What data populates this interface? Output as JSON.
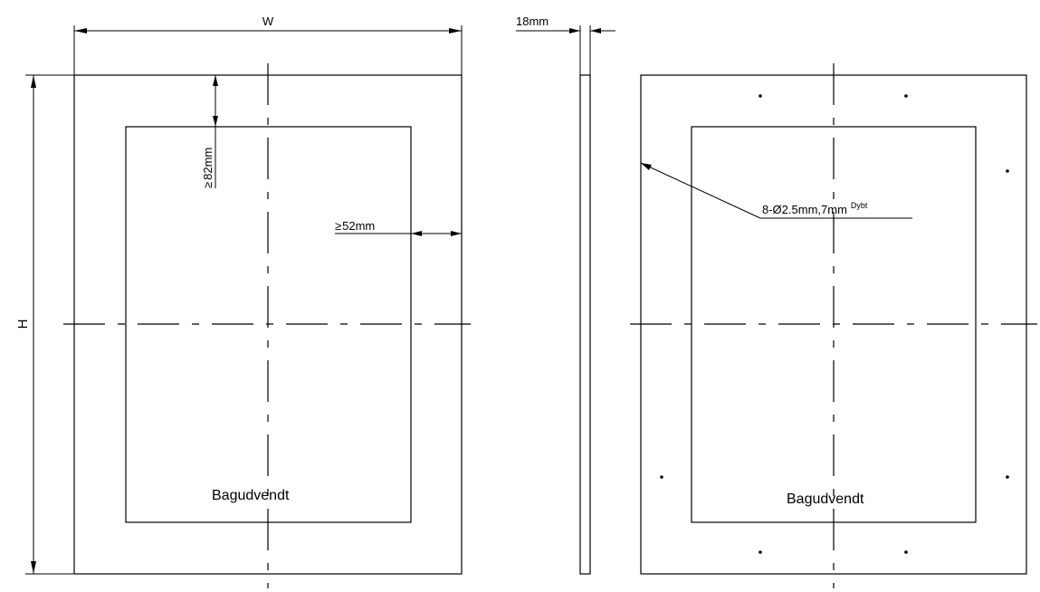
{
  "dimensions": {
    "width": "W",
    "height": "H",
    "thickness": "18mm",
    "top_margin": "82mm",
    "side_margin": "52mm",
    "hole_spec": "8-Ø2.5mm,7mm",
    "hole_depth": "Dybt",
    "top_margin_prefix": "≥",
    "side_margin_prefix": "≥"
  },
  "labels": {
    "front_view": "Bagudvendt",
    "back_view": "Bagudvendt"
  },
  "holes": {
    "count": 8
  }
}
